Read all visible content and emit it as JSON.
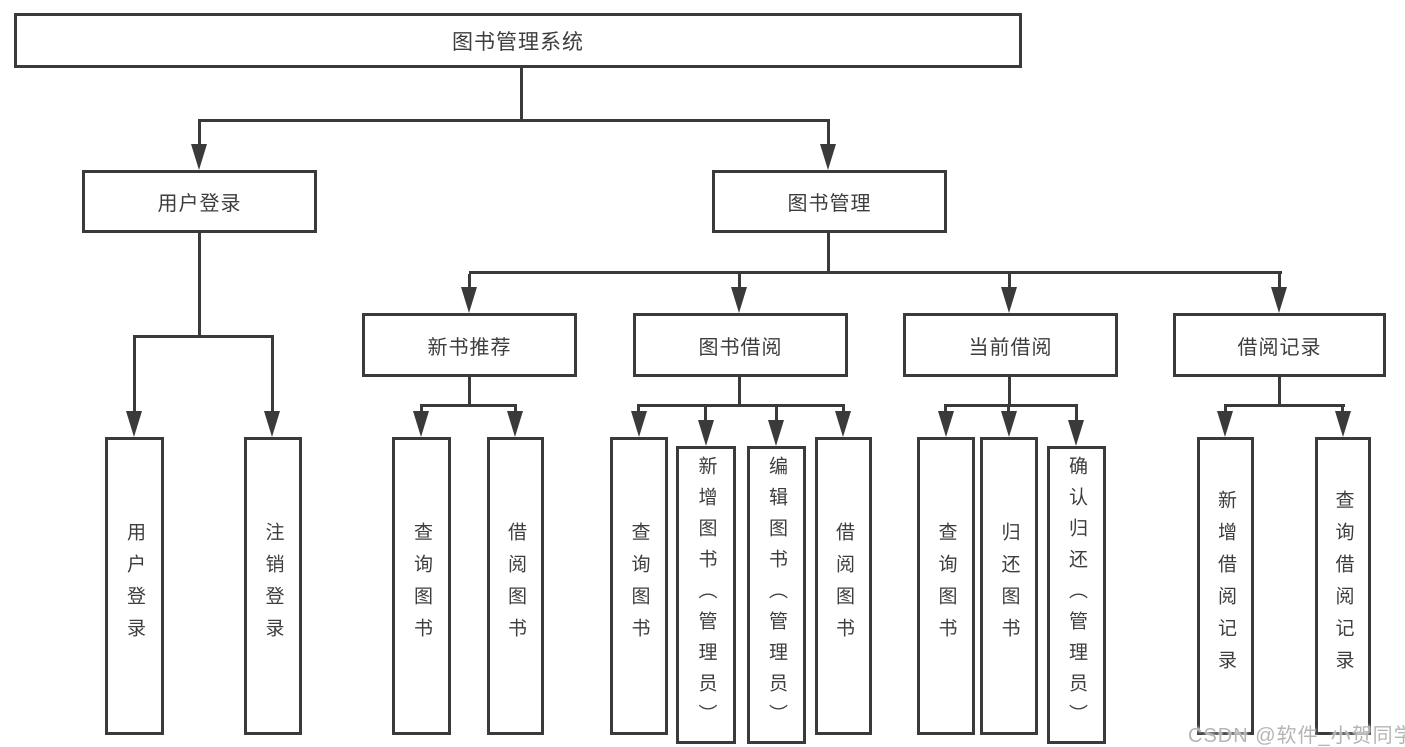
{
  "nodes": {
    "root": "图书管理系统",
    "user_login": "用户登录",
    "book_mgmt": "图书管理",
    "new_book_rec": "新书推荐",
    "book_borrow": "图书借阅",
    "current_borrow": "当前借阅",
    "borrow_records": "借阅记录",
    "leaf_user_login": "用户登录",
    "leaf_logout": "注销登录",
    "leaf_nb_query": "查询图书",
    "leaf_nb_borrow": "借阅图书",
    "leaf_bb_query": "查询图书",
    "leaf_bb_add": "新增图书（管理员）",
    "leaf_bb_edit": "编辑图书（管理员）",
    "leaf_bb_borrow": "借阅图书",
    "leaf_cb_query": "查询图书",
    "leaf_cb_return": "归还图书",
    "leaf_cb_confirm": "确认归还（管理员）",
    "leaf_br_add": "新增借阅记录",
    "leaf_br_query": "查询借阅记录"
  },
  "tree": {
    "root": "图书管理系统",
    "branches": [
      {
        "label": "用户登录",
        "children": [
          "用户登录",
          "注销登录"
        ]
      },
      {
        "label": "图书管理",
        "children": [
          {
            "label": "新书推荐",
            "children": [
              "查询图书",
              "借阅图书"
            ]
          },
          {
            "label": "图书借阅",
            "children": [
              "查询图书",
              "新增图书（管理员）",
              "编辑图书（管理员）",
              "借阅图书"
            ]
          },
          {
            "label": "当前借阅",
            "children": [
              "查询图书",
              "归还图书",
              "确认归还（管理员）"
            ]
          },
          {
            "label": "借阅记录",
            "children": [
              "新增借阅记录",
              "查询借阅记录"
            ]
          }
        ]
      }
    ]
  },
  "watermark": "CSDN @软件_小贺同学",
  "colors": {
    "line": "#3a3a3a",
    "text": "#3d3d3d",
    "watermark": "#b5b5b5",
    "bg": "#ffffff"
  }
}
